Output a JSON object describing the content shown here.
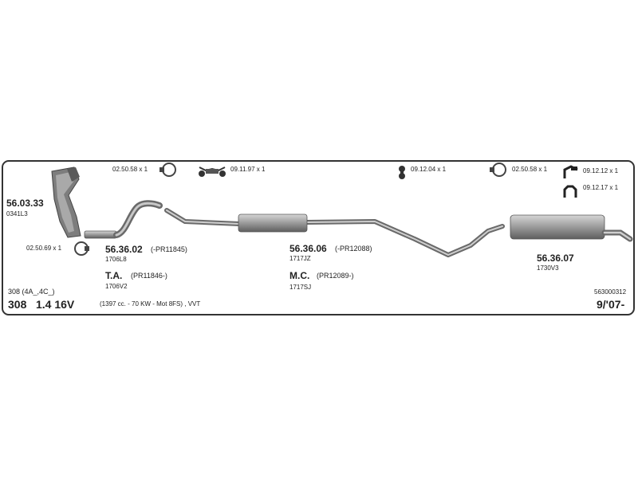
{
  "catalog_number": "563000312",
  "vehicle": {
    "model_codes": "308 (4A_,4C_)",
    "model": "308",
    "engine": "1.4 16V",
    "specs": "(1397 cc. - 70 KW - Mot 8FS) , VVT",
    "year": "9/'07-"
  },
  "parts": [
    {
      "id": "p1",
      "code": "56.03.33",
      "detail": "",
      "ref": "0341L3"
    },
    {
      "id": "p2",
      "code": "56.36.02",
      "detail": "(-PR11845)",
      "ref": "1706L8"
    },
    {
      "id": "p3",
      "code": "T.A.",
      "detail": "(PR11846-)",
      "ref": "1706V2"
    },
    {
      "id": "p4",
      "code": "56.36.06",
      "detail": "(-PR12088)",
      "ref": "1717JZ"
    },
    {
      "id": "p5",
      "code": "M.C.",
      "detail": "(PR12089-)",
      "ref": "1717SJ"
    },
    {
      "id": "p6",
      "code": "56.36.07",
      "detail": "",
      "ref": "1730V3"
    }
  ],
  "accessories": [
    {
      "id": "a1",
      "label": "02.50.58 x 1",
      "icon": "clamp-icon"
    },
    {
      "id": "a2",
      "label": "09.11.97 x 1",
      "icon": "rubber-mount-icon"
    },
    {
      "id": "a3",
      "label": "09.12.04 x 1",
      "icon": "hanger-icon"
    },
    {
      "id": "a4",
      "label": "02.50.58 x 1",
      "icon": "clamp-icon"
    },
    {
      "id": "a5",
      "label": "09.12.12 x 1",
      "icon": "bracket-icon"
    },
    {
      "id": "a6",
      "label": "09.12.17 x 1",
      "icon": "bracket-icon"
    },
    {
      "id": "a7",
      "label": "02.50.69 x 1",
      "icon": "clamp-icon"
    }
  ],
  "colors": {
    "border": "#333333",
    "pipe": "#8a8a8a",
    "pipe_dark": "#555555",
    "text": "#222222"
  }
}
